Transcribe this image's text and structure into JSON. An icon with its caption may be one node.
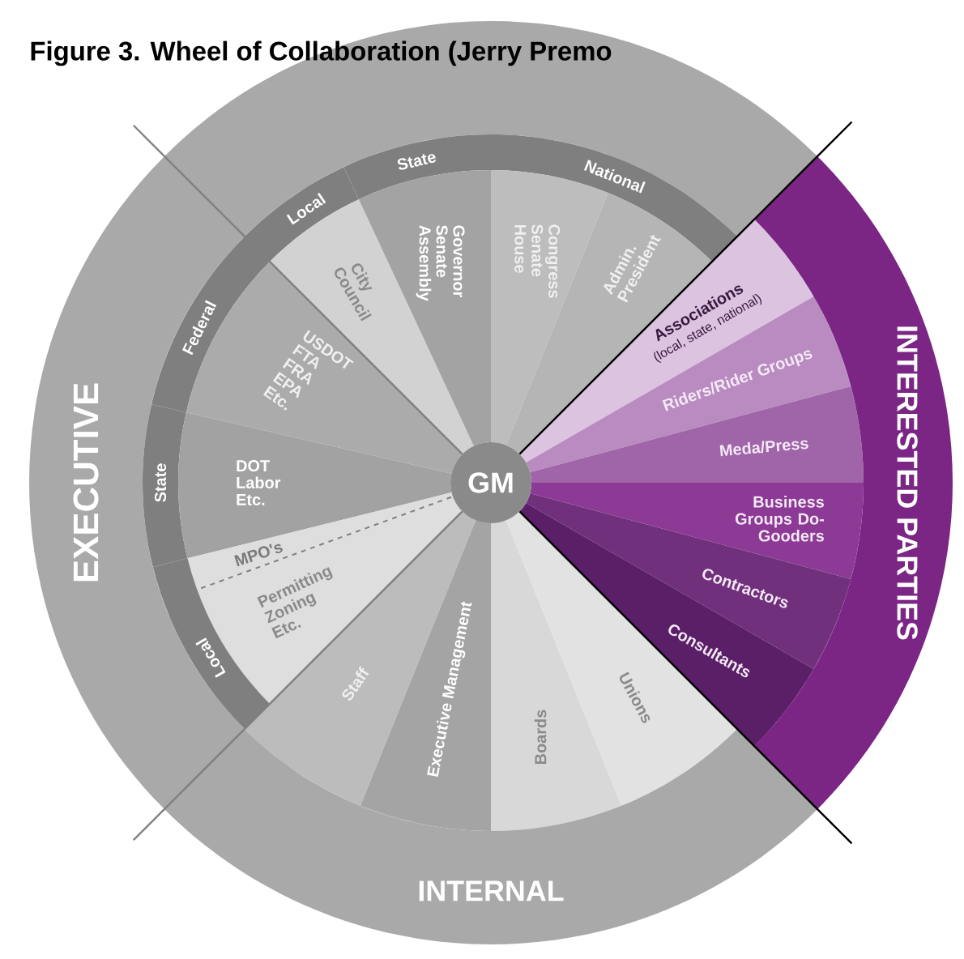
{
  "diagram": {
    "title": "Figure 3. Wheel of Collaboration (Jerry Premo",
    "nodes": [
      {
        "text": [
          "Local"
        ]
      },
      {
        "text": [
          "State"
        ]
      },
      {
        "text": [
          "National"
        ]
      },
      {
        "text": [
          "City Council"
        ]
      },
      {
        "text": [
          "Governor Senate Assembly"
        ]
      },
      {
        "text": [
          "Congress Senate House"
        ]
      },
      {
        "text": [
          "Admin. President"
        ]
      },
      {
        "text": [
          "Federal"
        ]
      },
      {
        "text": [
          "USDOT FTA FRA EPA Etc."
        ]
      },
      {
        "text": [
          "EXECUTIVE"
        ]
      },
      {
        "text": [
          "State"
        ]
      },
      {
        "text": [
          "DOT Labor Etc."
        ]
      },
      {
        "text": [
          "GM"
        ]
      },
      {
        "text": [
          "MPO's"
        ]
      },
      {
        "text": [
          "Permitting Zoning Etc."
        ]
      },
      {
        "text": [
          "Local"
        ]
      },
      {
        "text": [
          "Associations",
          "(local, state, national)"
        ]
      },
      {
        "text": [
          "Riders/Rider Groups"
        ]
      },
      {
        "text": [
          "Meda/Press"
        ]
      },
      {
        "text": [
          "Business Groups Do-Gooders"
        ]
      },
      {
        "text": [
          "Contractors"
        ]
      },
      {
        "text": [
          "Consultants"
        ]
      },
      {
        "text": [
          "INTERESTED PARTIES"
        ]
      },
      {
        "text": [
          "Staff"
        ]
      },
      {
        "text": [
          "Executive Management"
        ]
      },
      {
        "text": [
          "Boards"
        ]
      },
      {
        "text": [
          "Unions"
        ]
      },
      {
        "text": [
          "INTERNAL"
        ]
      }
    ]
  }
}
